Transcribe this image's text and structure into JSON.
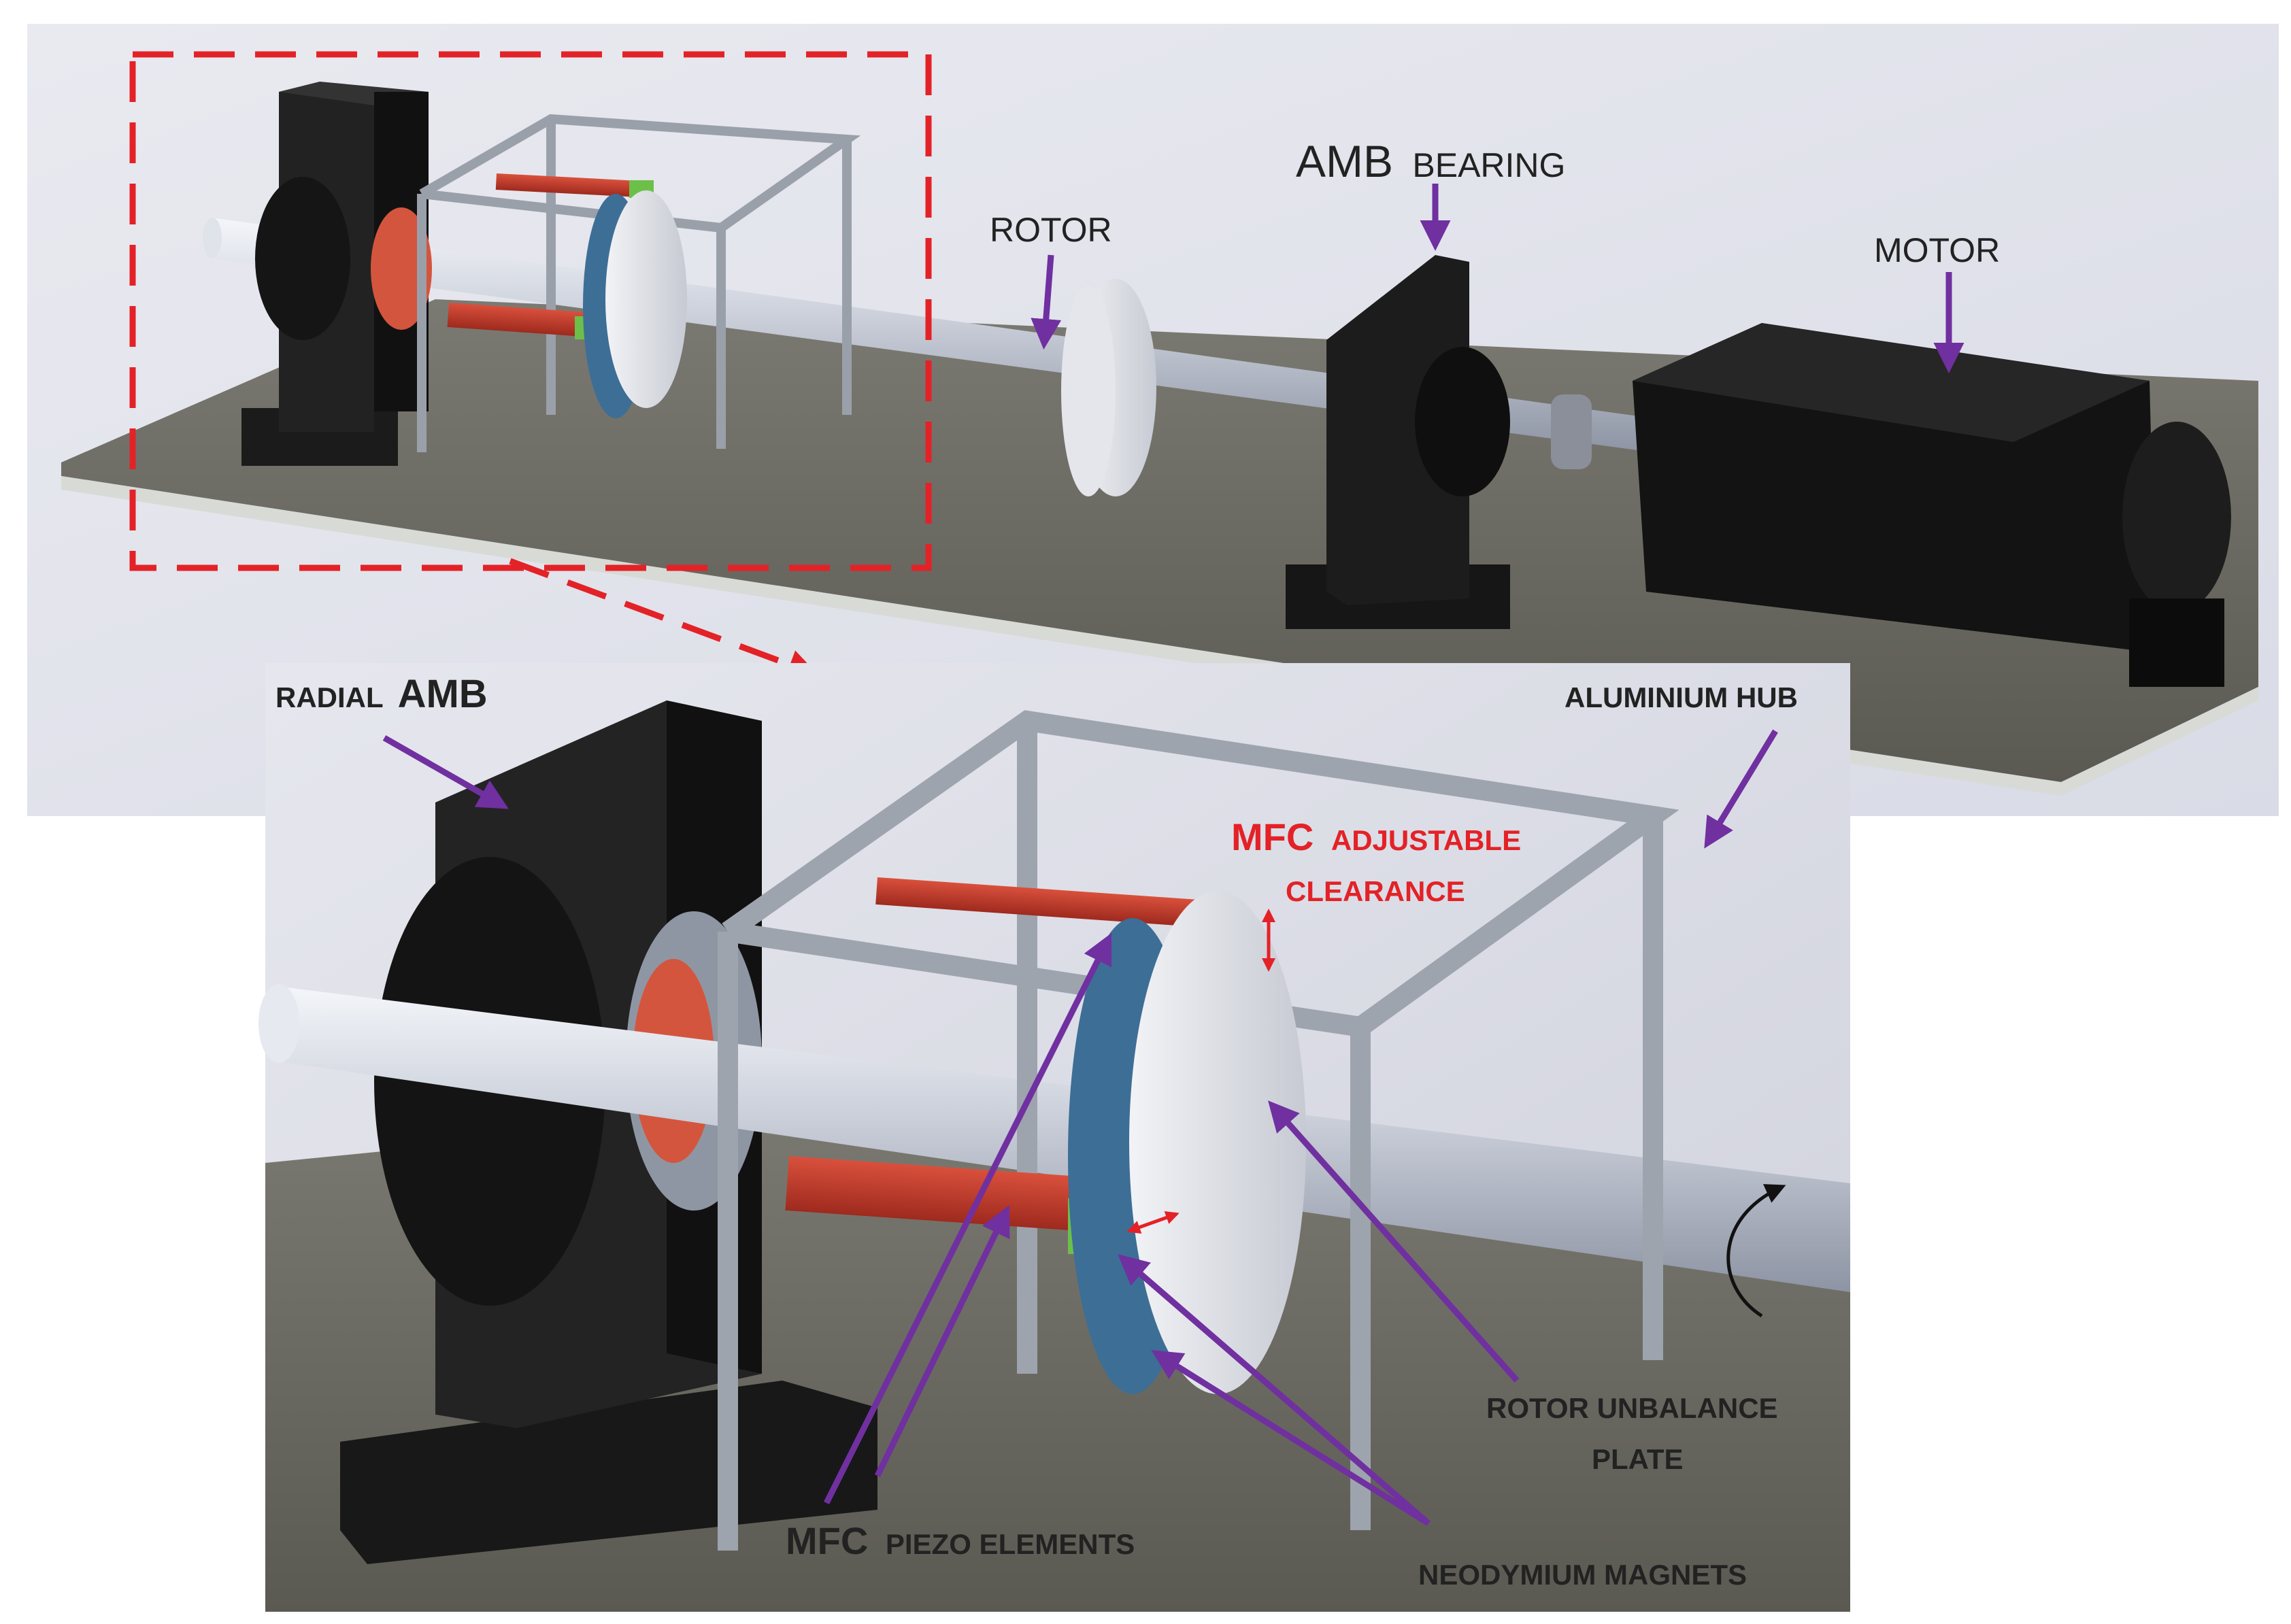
{
  "top_labels": {
    "amb_bearing_big": "AMB",
    "amb_bearing_small": "BEARING",
    "rotor": "ROTOR",
    "motor": "MOTOR"
  },
  "bottom_labels": {
    "radial_small": "RADIAL",
    "radial_big": "AMB",
    "aluminium_hub": "ALUMINIUM HUB",
    "mfc_clear_big": "MFC",
    "mfc_clear_small": "ADJUSTABLE",
    "mfc_clear_line2": "CLEARANCE",
    "rotor_unbalance_1": "ROTOR UNBALANCE",
    "rotor_unbalance_2": "PLATE",
    "mfc_piezo_big": "MFC",
    "mfc_piezo_small": "PIEZO ELEMENTS",
    "neodymium": "NEODYMIUM MAGNETS"
  },
  "colors": {
    "annotation_arrow": "#7030a0",
    "highlight_box": "#e32227",
    "label_text": "#222222",
    "mfc_label": "#e32227",
    "mfc_strip": "#c0392b",
    "mfc_tip": "#6cc04a",
    "magnet": "#3d6e96",
    "frame_black": "#1c1c1c",
    "base_plate": "#6f6d64"
  }
}
